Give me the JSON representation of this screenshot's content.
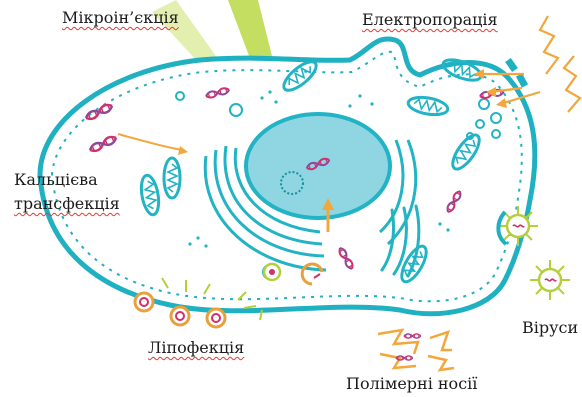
{
  "labels": {
    "microinjection": "Мікроін’єкція",
    "electroporation": "Електропорація",
    "calcium_line1": "Кальцієва",
    "calcium_line2": "трансфекція",
    "viruses": "Віруси",
    "lipofection": "Ліпофекція",
    "polymer_carriers": "Полімерні носії"
  },
  "colors": {
    "membrane": "#1fb0c2",
    "organelle": "#22b3c4",
    "nucleus_fill": "#8fd6e2",
    "needle": "#a5cc2d",
    "arrow": "#f3a63b",
    "dna_pink": "#d0306e",
    "dna_purple": "#8a4a9c",
    "liposome": "#e8a13a",
    "virus_green": "#b4cf3c",
    "spellcheck_underline": "#e53935"
  }
}
